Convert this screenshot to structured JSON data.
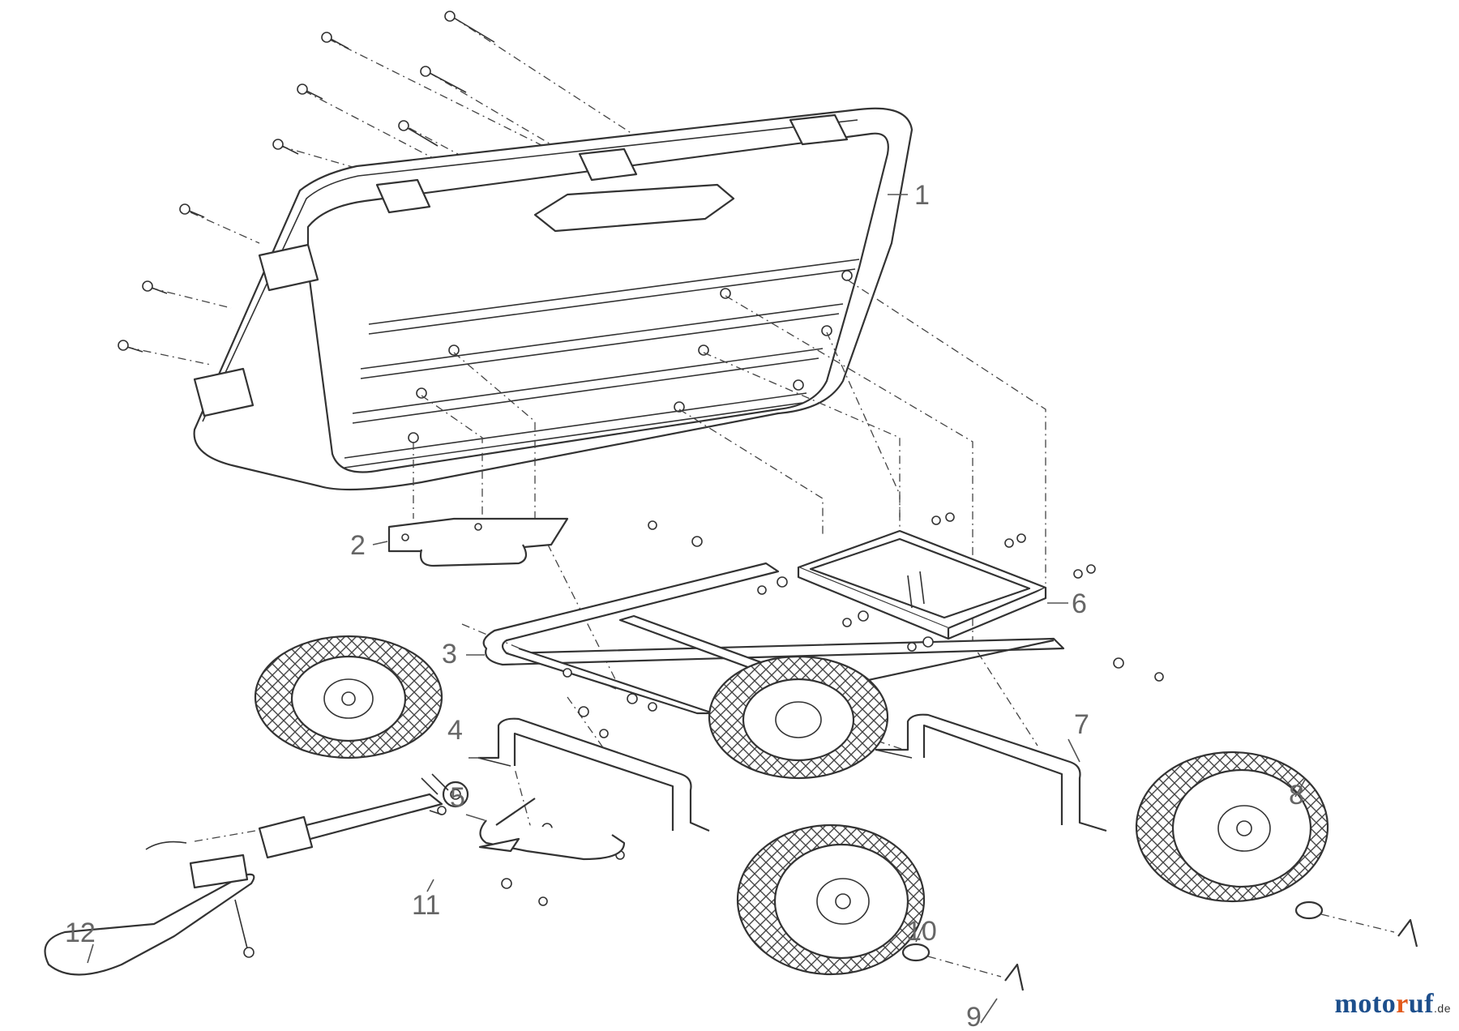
{
  "callouts": [
    {
      "label": "1"
    },
    {
      "label": "2"
    },
    {
      "label": "3"
    },
    {
      "label": "4"
    },
    {
      "label": "5"
    },
    {
      "label": "6"
    },
    {
      "label": "7"
    },
    {
      "label": "8"
    },
    {
      "label": "9"
    },
    {
      "label": "10"
    },
    {
      "label": "11"
    },
    {
      "label": "12"
    }
  ],
  "brand": {
    "part1": "moto",
    "part2": "r",
    "part3": "uf",
    "tld": ".de"
  }
}
